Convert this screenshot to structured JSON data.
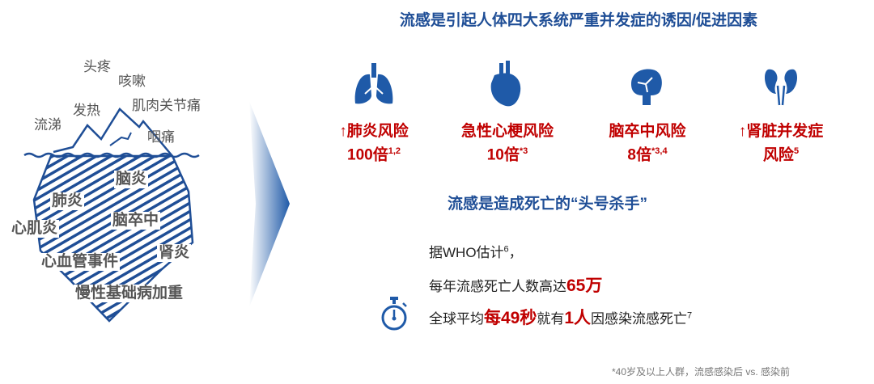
{
  "iceberg": {
    "symptoms": [
      "头疼",
      "咳嗽",
      "肌肉关节痛",
      "发热",
      "流涕",
      "咽痛"
    ],
    "diseases": [
      "脑炎",
      "肺炎",
      "心肌炎",
      "脑卒中",
      "肾炎",
      "心血管事件",
      "慢性基础病加重"
    ]
  },
  "header": {
    "title": "流感是引起人体四大系统严重并发症的诱因/促进因素"
  },
  "risks": [
    {
      "icon": "lungs-icon",
      "line1": "↑肺炎风险",
      "line2": "100倍",
      "sup": "1,2"
    },
    {
      "icon": "heart-icon",
      "line1": "急性心梗风险",
      "line2": "10倍",
      "sup": "*3"
    },
    {
      "icon": "brain-icon",
      "line1": "脑卒中风险",
      "line2": "8倍",
      "sup": "*3,4"
    },
    {
      "icon": "kidneys-icon",
      "line1": "↑肾脏并发症",
      "line2": "风险",
      "sup": "5"
    }
  ],
  "killer": {
    "title": "流感是造成死亡的“头号杀手”",
    "l1": "据WHO估计",
    "l1_sup": "6",
    "l1_end": "，",
    "l2": "每年流感死亡人数高达",
    "l2_red": "65万",
    "l3a": "全球平均",
    "l3_red1": "每49秒",
    "l3b": "就有",
    "l3_red2": "1人",
    "l3c": "因感染流感死亡",
    "l3_sup": "7"
  },
  "footnote": "*40岁及以上人群，流感感染后 vs. 感染前",
  "colors": {
    "blue": "#1f4e96",
    "red": "#c00000"
  }
}
